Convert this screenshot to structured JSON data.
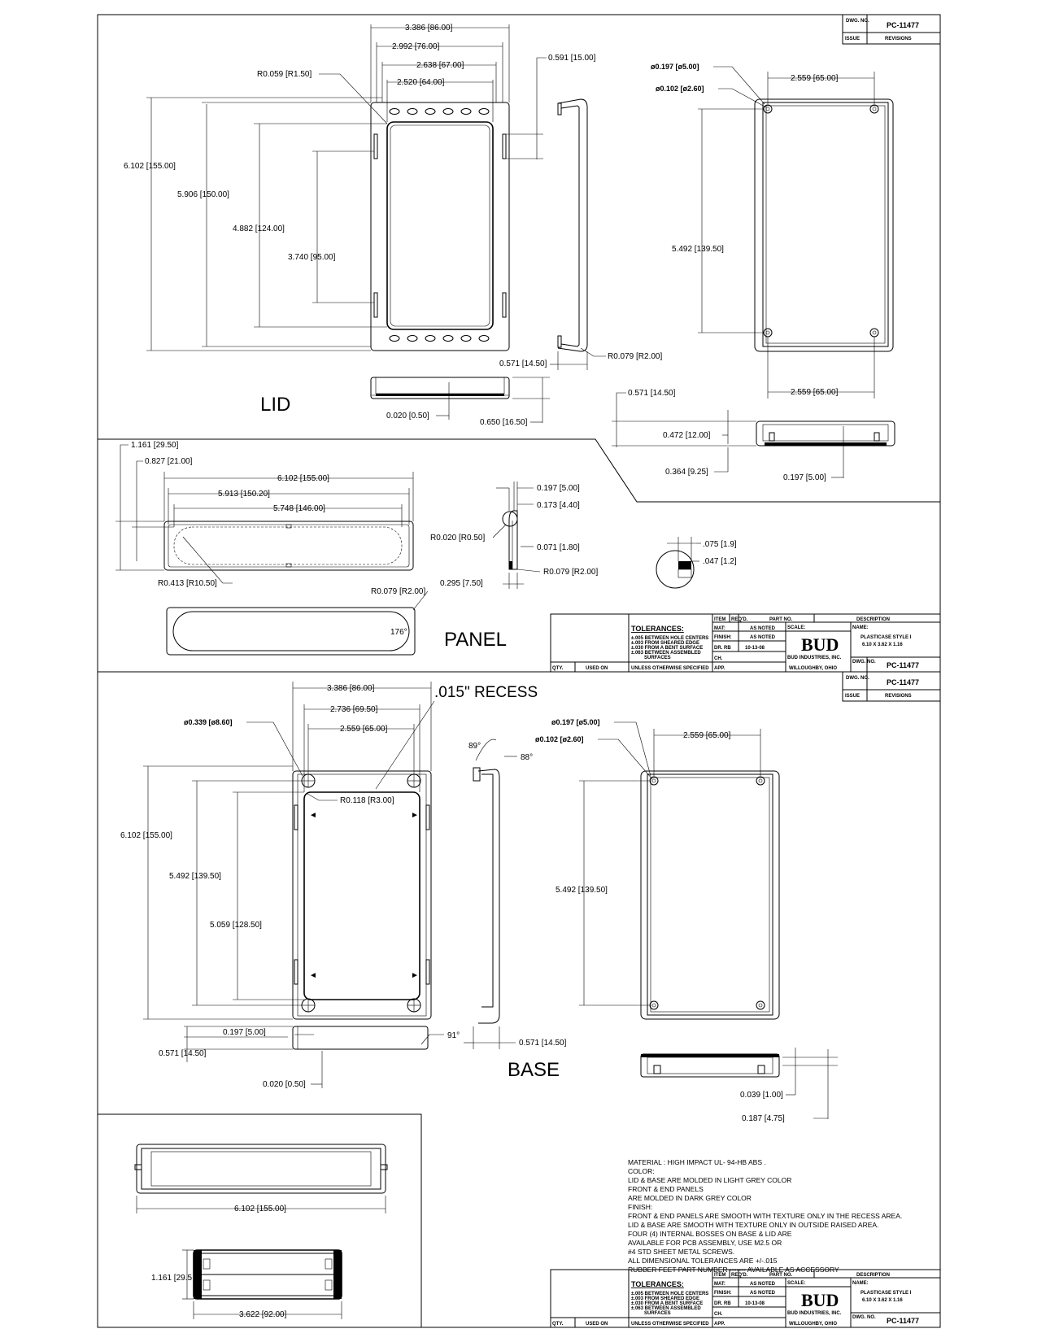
{
  "top_block": {
    "dwg_no_label": "DWG. NO.",
    "dwg_no": "PC-11477",
    "issue": "ISSUE",
    "revisions": "REVISIONS"
  },
  "lid": {
    "view_label": "LID",
    "dims": {
      "w_outer": "3.386 [86.00]",
      "w_2992": "2.992 [76.00]",
      "w_2638": "2.638 [67.00]",
      "w_2520": "2.520 [64.00]",
      "r0059": "R0.059 [R1.50]",
      "d0591": "0.591 [15.00]",
      "h6102": "6.102 [155.00]",
      "h5906": "5.906 [150.00]",
      "h4882": "4.882 [124.00]",
      "h3740": "3.740 [95.00]",
      "d0571": "0.571 [14.50]",
      "r0079": "R0.079 [R2.00]",
      "d0020": "0.020 [0.50]",
      "d0650": "0.650 [16.50]",
      "hole1": "ø0.197 [ø5.00]",
      "hole2": "ø0.102 [ø2.60]",
      "w2559_top": "2.559 [65.00]",
      "h5492": "5.492 [139.50]",
      "w2559_bot": "2.559 [65.00]",
      "d0571b": "0.571 [14.50]",
      "d0472": "0.472 [12.00]",
      "d0364": "0.364 [9.25]",
      "d0197": "0.197 [5.00]"
    }
  },
  "panel": {
    "view_label": "PANEL",
    "dims": {
      "d1161": "1.161 [29.50]",
      "d0827": "0.827 [21.00]",
      "w6102": "6.102 [155.00]",
      "w5913": "5.913 [150.20]",
      "w5748": "5.748 [146.00]",
      "r0413": "R0.413 [R10.50]",
      "d0197": "0.197 [5.00]",
      "d0173": "0.173 [4.40]",
      "r0020": "R0.020 [R0.50]",
      "d0071": "0.071 [1.80]",
      "r0079a": "R0.079 [R2.00]",
      "r0079b": "R0.079 [R2.00]",
      "d0295": "0.295 [7.50]",
      "d075": ".075 [1.9]",
      "d047": ".047 [1.2]",
      "angle": "176°"
    }
  },
  "title_block": {
    "item": "ITEM",
    "reqd": "REQ'D.",
    "part_no": "PART NO.",
    "description": "DESCRIPTION",
    "tolerances": "TOLERANCES:",
    "tol_lines": [
      "±.005 BETWEEN HOLE CENTERS",
      "±.003 FROM SHEARED EDGE",
      "±.030 FROM A BENT SURFACE",
      "±.063 BETWEEN ASSEMBLED",
      "SURFACES"
    ],
    "unless": "UNLESS OTHERWISE SPECIFIED",
    "mat": "MAT:",
    "mat_v": "AS NOTED",
    "finish": "FINISH:",
    "finish_v": "AS NOTED",
    "dr": "DR. RB",
    "date": "10-13-08",
    "ch": "CH.",
    "app": "APP.",
    "scale": "SCALE:",
    "logo": "BUD",
    "company": "BUD INDUSTRIES, INC.",
    "city": "WILLOUGHBY, OHIO",
    "name_label": "NAME:",
    "name": "PLASTICASE STYLE I",
    "size": "6.10 X 3.62 X 1.16",
    "dwg_no_label": "DWG. NO.",
    "dwg_no": "PC-11477",
    "qty": "QTY.",
    "used_on": "USED ON"
  },
  "base": {
    "view_label": "BASE",
    "recess": ".015\" RECESS",
    "dims": {
      "w3386": "3.386 [86.00]",
      "w2736": "2.736 [69.50]",
      "w2559": "2.559 [65.00]",
      "hole339": "ø0.339 [ø8.60]",
      "r0118": "R0.118 [R3.00]",
      "h6102": "6.102 [155.00]",
      "h5492": "5.492 [139.50]",
      "h5059": "5.059 [128.50]",
      "d0197": "0.197 [5.00]",
      "d0571": "0.571 [14.50]",
      "d0020": "0.020 [0.50]",
      "a89": "89°",
      "a88": "88°",
      "a91": "91°",
      "d0571s": "0.571 [14.50]",
      "hole1": "ø0.197 [ø5.00]",
      "hole2": "ø0.102 [ø2.60]",
      "w2559r": "2.559 [65.00]",
      "h5492r": "5.492 [139.50]",
      "d0039": "0.039 [1.00]",
      "d0187": "0.187 [4.75]"
    }
  },
  "assembly": {
    "w6102": "6.102 [155.00]",
    "h1161": "1.161 [29.5",
    "w3622": "3.622 [92.00]"
  },
  "notes": [
    "MATERIAL : HIGH IMPACT UL- 94-HB ABS .",
    "COLOR:",
    "LID & BASE ARE MOLDED IN LIGHT GREY COLOR",
    "FRONT & END PANELS",
    "ARE MOLDED IN DARK GREY COLOR",
    "FINISH:",
    "FRONT & END PANELS ARE SMOOTH WITH TEXTURE ONLY IN THE RECESS AREA.",
    "LID & BASE ARE SMOOTH WITH TEXTURE ONLY IN OUTSIDE RAISED AREA.",
    "FOUR (4) INTERNAL BOSSES ON BASE & LID ARE",
    "AVAILABLE FOR PCB ASSEMBLY, USE M2.5 OR",
    "#4 STD SHEET METAL SCREWS.",
    "ALL DIMENSIONAL TOLERANCES ARE +/-.015",
    "RUBBER FEET PART NUMBER ------- AVAILABLE AS ACCESSORY"
  ]
}
